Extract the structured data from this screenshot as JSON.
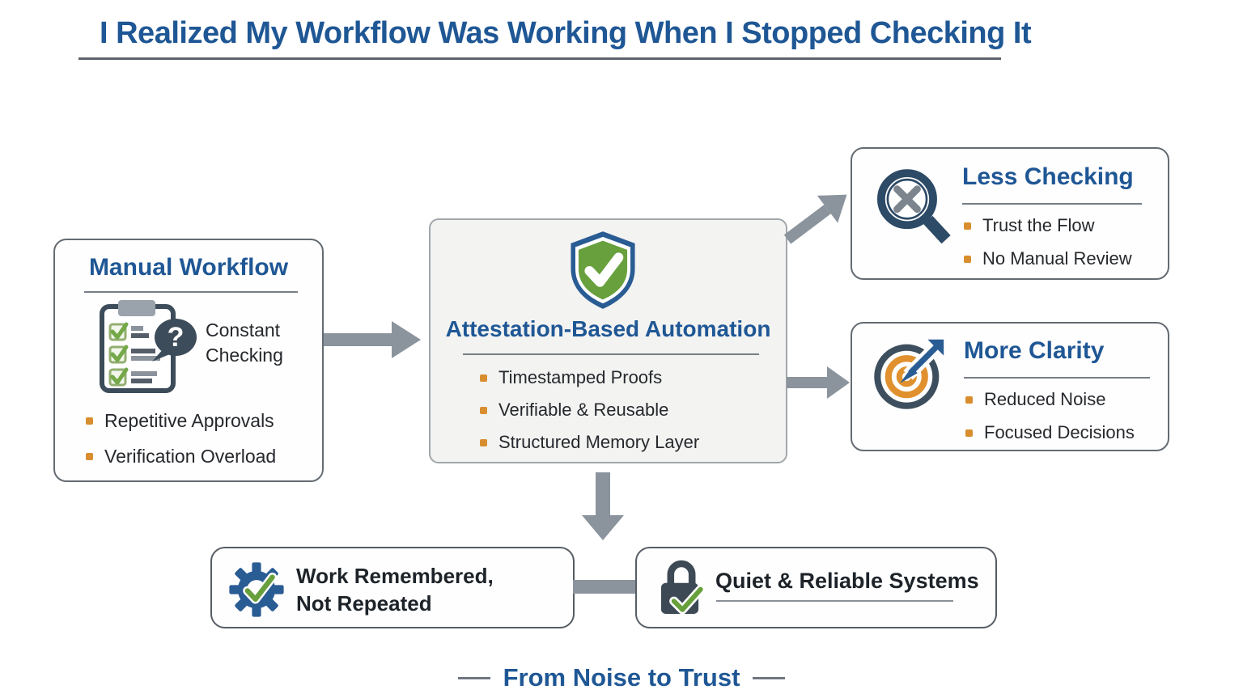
{
  "page": {
    "title": "I Realized My Workflow Was Working When I Stopped Checking It",
    "footer_caption": "From Noise to Trust"
  },
  "colors": {
    "heading_blue": "#1f5795",
    "bullet_orange": "#d88e2e",
    "arrow_gray": "#8b949d",
    "body_text": "#25282c",
    "icon_slate": "#3d4c5a",
    "icon_blue": "#2a5c94",
    "icon_green": "#67a03c"
  },
  "icons": {
    "question_mark": "?"
  },
  "boxes": {
    "manual_workflow": {
      "heading": "Manual Workflow",
      "icon": "clipboard-question-icon",
      "icon_caption_line1": "Constant",
      "icon_caption_line2": "Checking",
      "bullets": [
        "Repetitive Approvals",
        "Verification Overload"
      ]
    },
    "attestation": {
      "heading": "Attestation-Based Automation",
      "icon": "shield-check-icon",
      "bullets": [
        "Timestamped Proofs",
        "Verifiable & Reusable",
        "Structured Memory Layer"
      ]
    },
    "less_checking": {
      "heading": "Less Checking",
      "icon": "magnifier-x-icon",
      "bullets": [
        "Trust the Flow",
        "No Manual Review"
      ]
    },
    "more_clarity": {
      "heading": "More Clarity",
      "icon": "target-dart-icon",
      "bullets": [
        "Reduced Noise",
        "Focused Decisions"
      ]
    },
    "work_remembered": {
      "icon": "gear-check-icon",
      "label_line1": "Work Remembered,",
      "label_line2": "Not Repeated"
    },
    "quiet_systems": {
      "icon": "lock-check-icon",
      "label": "Quiet & Reliable Systems"
    }
  }
}
